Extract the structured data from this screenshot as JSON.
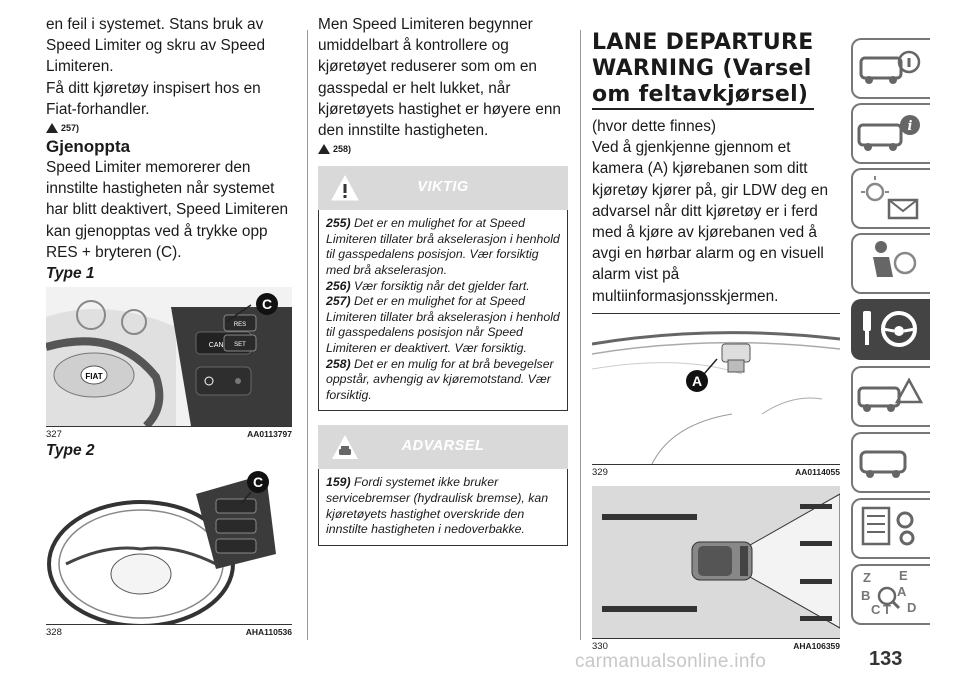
{
  "col1": {
    "p1": "en feil i systemet. Stans bruk av Speed Limiter og skru av Speed Limiteren.",
    "p2": "Få ditt kjøretøy inspisert hos en Fiat-forhandler.",
    "ref1": "257)",
    "heading": "Gjenoppta",
    "p3": "Speed Limiter memorerer den innstilte hastigheten når systemet har blitt deaktivert, Speed Limiteren kan gjenopptas ved å trykke opp RES + bryteren (C).",
    "type1": "Type 1",
    "fig1": {
      "num": "327",
      "code": "AA0113797",
      "label": "C",
      "btn_cancel": "CANCEL",
      "btn_set": "SET",
      "btn_res": "RES",
      "logo": "FIAT"
    },
    "type2": "Type 2",
    "fig2": {
      "num": "328",
      "code": "AHA110536",
      "label": "C"
    }
  },
  "col2": {
    "p1": "Men Speed Limiteren begynner umiddelbart å kontrollere og kjøretøyet reduserer som om en gasspedal er helt lukket, når kjøretøyets hastighet er høyere enn den innstilte hastigheten.",
    "ref1": "258)",
    "viktig": {
      "title": "VIKTIG",
      "notes": [
        {
          "num": "255)",
          "text": "Det er en mulighet for at Speed Limiteren tillater brå akselerasjon i henhold til gasspedalens posisjon. Vær forsiktig med brå akselerasjon."
        },
        {
          "num": "256)",
          "text": "Vær forsiktig når det gjelder fart."
        },
        {
          "num": "257)",
          "text": "Det er en mulighet for at Speed Limiteren tillater brå akselerasjon i henhold til gasspedalens posisjon når Speed Limiteren er deaktivert. Vær forsiktig."
        },
        {
          "num": "258)",
          "text": "Det er en mulig for at brå bevegelser oppstår, avhengig av kjøremotstand. Vær forsiktig."
        }
      ]
    },
    "advarsel": {
      "title": "ADVARSEL",
      "notes": [
        {
          "num": "159)",
          "text": "Fordi systemet ikke bruker servicebremser (hydraulisk bremse), kan kjøretøyets hastighet overskride den innstilte hastigheten i nedoverbakke."
        }
      ]
    }
  },
  "col3": {
    "title_l1": "LANE DEPARTURE",
    "title_l2": "WARNING (Varsel",
    "title_l3": "om feltavkjørsel)",
    "p1": "(hvor dette finnes)",
    "p2": "Ved å gjenkjenne gjennom et kamera (A) kjørebanen som ditt kjøretøy kjører på, gir LDW deg en advarsel når ditt kjøretøy er i ferd med å kjøre av kjørebanen ved å avgi en hørbar alarm og en visuell alarm vist på multiinformasjonsskjermen.",
    "fig1": {
      "num": "329",
      "code": "AA0114055",
      "label": "A"
    },
    "fig2": {
      "num": "330",
      "code": "AHA106359"
    }
  },
  "sidebar": {
    "tabs": [
      "car-info",
      "car-warning-light",
      "lights-mail",
      "person-airbag",
      "key-steering-wheel",
      "car-breakdown",
      "car-service",
      "list-settings",
      "index-letters"
    ],
    "active_index": 4,
    "index_letters": [
      "Z",
      "E",
      "B",
      "A",
      "C",
      "T",
      "D"
    ]
  },
  "page_number": "133",
  "footer": "carmanualsonline.info"
}
